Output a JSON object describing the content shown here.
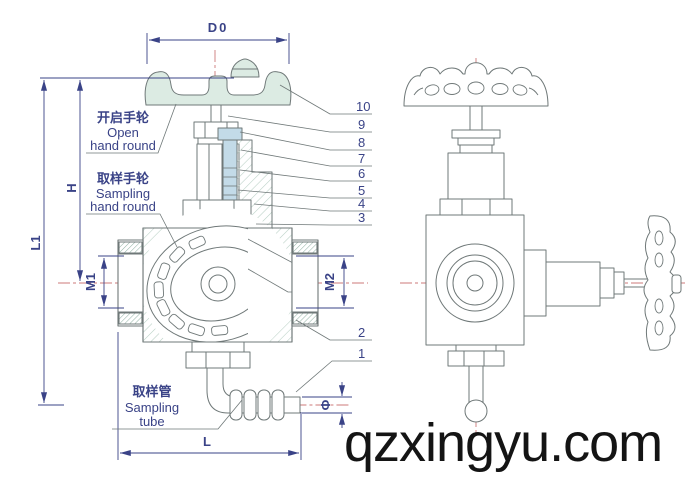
{
  "watermark": "qzxingyu.com",
  "colors": {
    "line": "#6f7878",
    "dimension": "#3a4387",
    "centerline": "#cc7a7a",
    "handwheel_fill": "#dcebe3",
    "packing_fill": "#c3dbe8",
    "hatch": "#b9d0c5",
    "thread_hatch": "#8fb0a2",
    "background": "#ffffff",
    "watermark_color": "#141414"
  },
  "callouts": {
    "open_hand_wheel": {
      "zh": "开启手轮",
      "en1": "Open",
      "en2": "hand round"
    },
    "sampling_hand_wheel": {
      "zh": "取样手轮",
      "en1": "Sampling",
      "en2": "hand round"
    },
    "sampling_tube": {
      "zh": "取样管",
      "en1": "Sampling",
      "en2": "tube"
    }
  },
  "dimensions": {
    "d0": "D0",
    "l1": "L1",
    "h": "H",
    "m1": "M1",
    "m2": "M2",
    "l": "L",
    "phi": "Φ"
  },
  "part_numbers": [
    "1",
    "2",
    "3",
    "4",
    "5",
    "6",
    "7",
    "8",
    "9",
    "10"
  ]
}
